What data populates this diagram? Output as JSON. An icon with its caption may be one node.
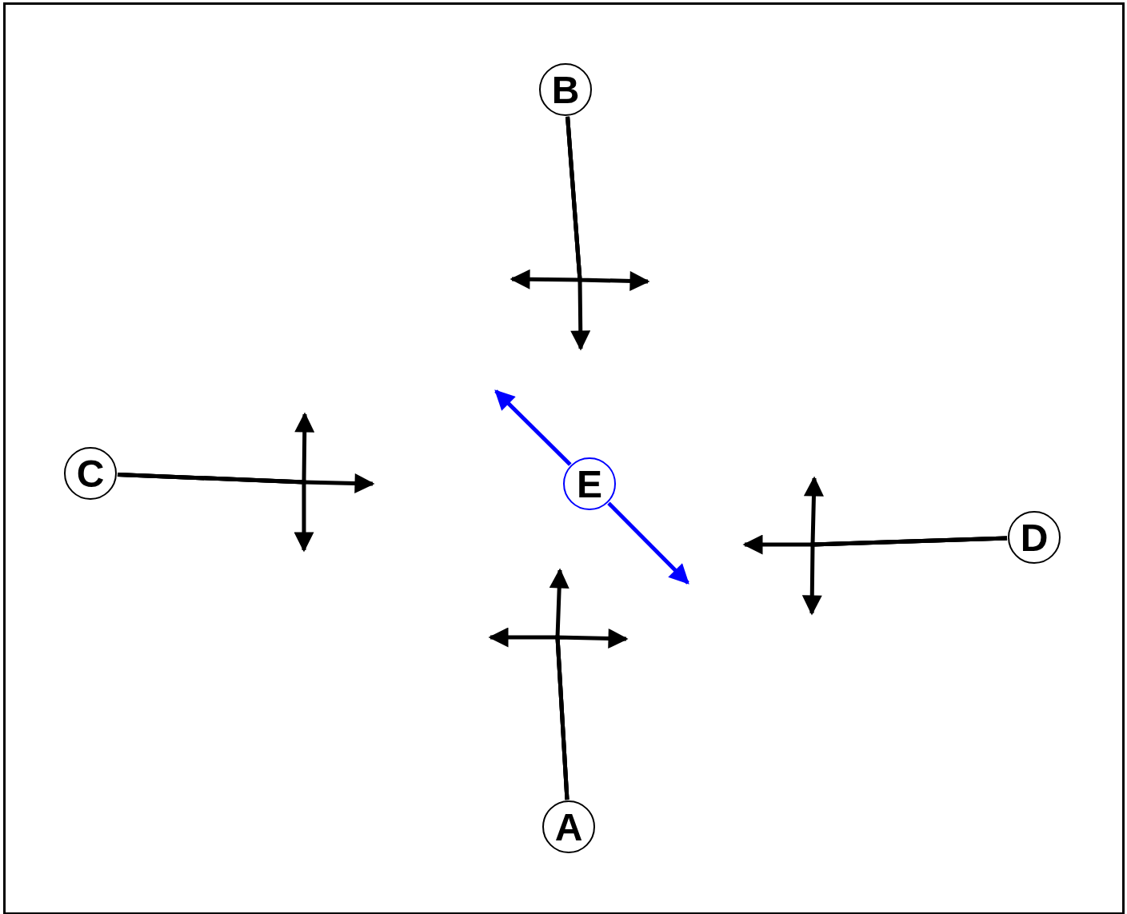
{
  "diagram": {
    "nodes": [
      {
        "text": [
          "B"
        ]
      },
      {
        "text": [
          "C"
        ]
      },
      {
        "text": [
          "E"
        ]
      },
      {
        "text": [
          "D"
        ]
      },
      {
        "text": [
          "A"
        ]
      }
    ],
    "edges": [
      {
        "from": 0,
        "to": null,
        "arrow": "to"
      },
      {
        "from": 0,
        "to": null,
        "arrow": "to"
      },
      {
        "from": 0,
        "to": null,
        "arrow": "to"
      },
      {
        "from": 1,
        "to": null,
        "arrow": "to"
      },
      {
        "from": 1,
        "to": null,
        "arrow": "to"
      },
      {
        "from": 1,
        "to": null,
        "arrow": "to"
      },
      {
        "from": 2,
        "to": null,
        "arrow": "to",
        "color": "#0000ff"
      },
      {
        "from": 2,
        "to": null,
        "arrow": "to",
        "color": "#0000ff"
      },
      {
        "from": 3,
        "to": null,
        "arrow": "to"
      },
      {
        "from": 3,
        "to": null,
        "arrow": "to"
      },
      {
        "from": 3,
        "to": null,
        "arrow": "to"
      },
      {
        "from": 4,
        "to": null,
        "arrow": "to"
      },
      {
        "from": 4,
        "to": null,
        "arrow": "to"
      },
      {
        "from": 4,
        "to": null,
        "arrow": "to"
      }
    ]
  }
}
